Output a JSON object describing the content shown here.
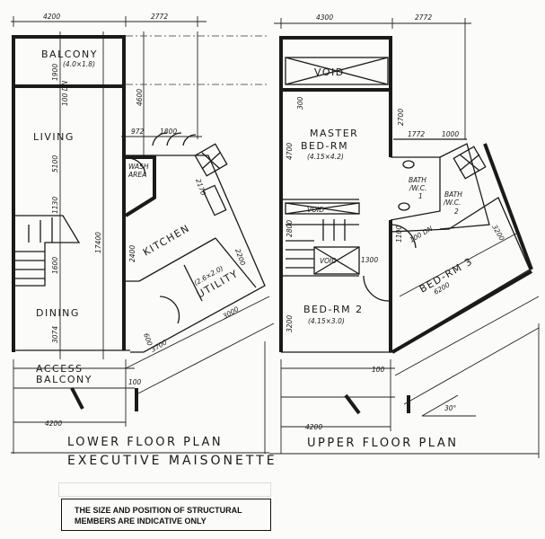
{
  "drawing_title": "EXECUTIVE MAISONETTE",
  "note": {
    "line1": "THE SIZE AND POSITION OF STRUCTURAL",
    "line2": "MEMBERS ARE INDICATIVE ONLY"
  },
  "lower": {
    "title": "LOWER FLOOR PLAN",
    "rooms": {
      "balcony": "BALCONY",
      "balcony_size": "(4.0×1.8)",
      "living": "LIVING",
      "wash": "WASH",
      "wash2": "AREA",
      "kitchen": "KITCHEN",
      "utility": "UTILITY",
      "utility_size": "(2.6×2.0)",
      "dining": "DINING",
      "access1": "ACCESS",
      "access2": "BALCONY"
    },
    "dims": {
      "top_left": "4200",
      "top_right": "2772",
      "balcony_h": "1900",
      "right_4600": "4600",
      "d972": "972",
      "d1800": "1800",
      "living_h": "5100",
      "d1130": "1130",
      "total": "17400",
      "kitchen_h": "2400",
      "stair": "1600",
      "dining_h": "3074",
      "d2170": "2170",
      "d2200": "2200",
      "d3000": "3000",
      "d3700": "3700",
      "d600": "600",
      "d100": "100",
      "bottom": "4200",
      "dn": "100 DN"
    }
  },
  "upper": {
    "title": "UPPER FLOOR PLAN",
    "rooms": {
      "void_top": "VOID",
      "master1": "MASTER",
      "master2": "BED-RM",
      "master_size": "(4.15×4.2)",
      "bath1a": "BATH",
      "bath1b": "/W.C.",
      "bath1c": "1",
      "bath2a": "BATH",
      "bath2b": "/W.C.",
      "bath2c": "2",
      "void_mid": "VOID",
      "void_stair": "VOID",
      "bed2": "BED-RM 2",
      "bed2_size": "(4.15×3.0)",
      "bed3": "BED-RM 3"
    },
    "dims": {
      "top_left": "4300",
      "top_right": "2772",
      "d300": "300",
      "d2700": "2700",
      "d1772": "1772",
      "d1000": "1000",
      "master_h": "4700",
      "d2800": "2800",
      "d1100": "1100",
      "d1300": "1300",
      "bed2_h": "3200",
      "bed3_w": "6200",
      "bed3_d": "3200",
      "d100": "100",
      "bottom": "4200",
      "angle": "30°",
      "dn": "100 DN"
    }
  }
}
